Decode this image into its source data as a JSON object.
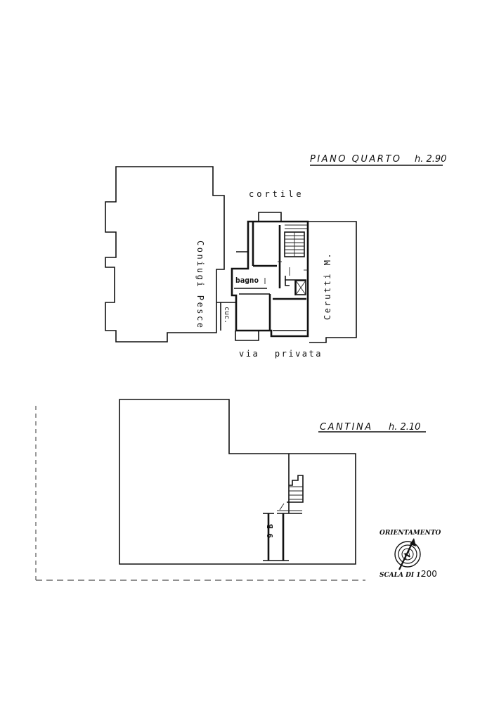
{
  "upper_plan": {
    "title": "PIANO QUARTO",
    "height_label": "h. 2.90",
    "labels": {
      "courtyard": "cortile",
      "left_neighbor": "Coniugi Pesce",
      "right_neighbor": "Cerutti M.",
      "bathroom": "bagno",
      "kitchen": "cuc.",
      "street": "via privata"
    }
  },
  "cellar_plan": {
    "title": "CANTINA",
    "height_label": "h. 2.10",
    "unit_label": "9 B"
  },
  "legend": {
    "orientation_label": "ORIENTAMENTO",
    "north_mark": "N",
    "scale_prefix": "SCALA DI 1.",
    "scale_value": "200"
  }
}
